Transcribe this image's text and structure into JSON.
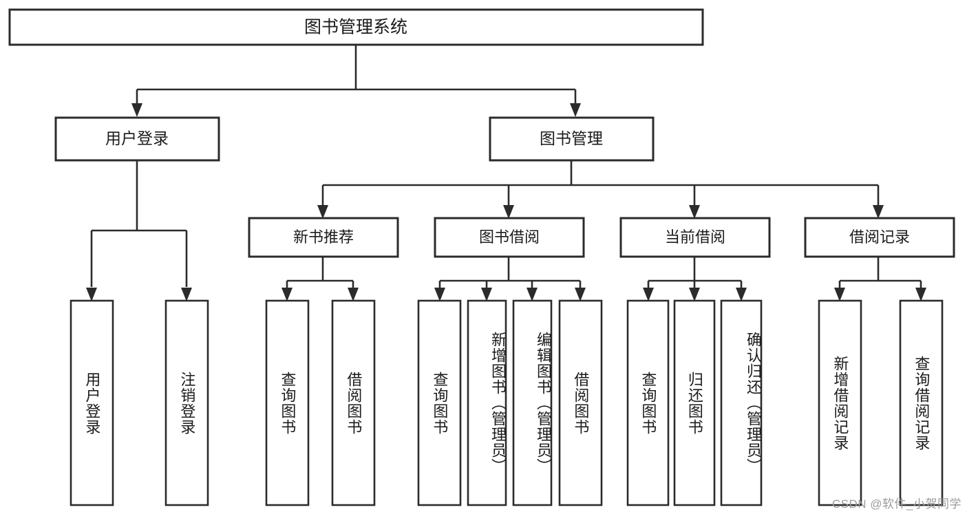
{
  "diagram": {
    "title": "图书管理系统",
    "type": "tree-hierarchy",
    "watermark": "CSDN @软件_小贺同学",
    "colors": {
      "background": "#ffffff",
      "box_fill": "#ffffff",
      "box_stroke": "#2b2b2b",
      "text": "#1b1b1b",
      "watermark": "#9b9b9b"
    },
    "root": {
      "id": "root",
      "label": "图书管理系统",
      "level": 0,
      "orientation": "horizontal"
    },
    "level1": [
      {
        "id": "user-login",
        "label": "用户登录",
        "level": 1,
        "orientation": "horizontal"
      },
      {
        "id": "book-manage",
        "label": "图书管理",
        "level": 1,
        "orientation": "horizontal"
      }
    ],
    "level2": [
      {
        "id": "new-book-recommend",
        "label": "新书推荐",
        "level": 2,
        "orientation": "horizontal",
        "parent": "book-manage"
      },
      {
        "id": "book-borrow",
        "label": "图书借阅",
        "level": 2,
        "orientation": "horizontal",
        "parent": "book-manage"
      },
      {
        "id": "current-borrow",
        "label": "当前借阅",
        "level": 2,
        "orientation": "horizontal",
        "parent": "book-manage"
      },
      {
        "id": "borrow-record",
        "label": "借阅记录",
        "level": 2,
        "orientation": "horizontal",
        "parent": "book-manage"
      }
    ],
    "leaves": [
      {
        "id": "leaf-user-login",
        "label": "用户登录",
        "parent": "user-login",
        "orientation": "vertical"
      },
      {
        "id": "leaf-user-logout",
        "label": "注销登录",
        "parent": "user-login",
        "orientation": "vertical"
      },
      {
        "id": "leaf-query-book-1",
        "label": "查询图书",
        "parent": "new-book-recommend",
        "orientation": "vertical"
      },
      {
        "id": "leaf-borrow-book-1",
        "label": "借阅图书",
        "parent": "new-book-recommend",
        "orientation": "vertical"
      },
      {
        "id": "leaf-query-book-2",
        "label": "查询图书",
        "parent": "book-borrow",
        "orientation": "vertical"
      },
      {
        "id": "leaf-add-book",
        "label": "新增图书（管理员）",
        "parent": "book-borrow",
        "orientation": "vertical"
      },
      {
        "id": "leaf-edit-book",
        "label": "编辑图书（管理员）",
        "parent": "book-borrow",
        "orientation": "vertical"
      },
      {
        "id": "leaf-borrow-book-2",
        "label": "借阅图书",
        "parent": "book-borrow",
        "orientation": "vertical"
      },
      {
        "id": "leaf-query-book-3",
        "label": "查询图书",
        "parent": "current-borrow",
        "orientation": "vertical"
      },
      {
        "id": "leaf-return-book",
        "label": "归还图书",
        "parent": "current-borrow",
        "orientation": "vertical"
      },
      {
        "id": "leaf-confirm-return",
        "label": "确认归还（管理员）",
        "parent": "current-borrow",
        "orientation": "vertical"
      },
      {
        "id": "leaf-add-record",
        "label": "新增借阅记录",
        "parent": "borrow-record",
        "orientation": "vertical"
      },
      {
        "id": "leaf-query-record",
        "label": "查询借阅记录",
        "parent": "borrow-record",
        "orientation": "vertical"
      }
    ]
  }
}
